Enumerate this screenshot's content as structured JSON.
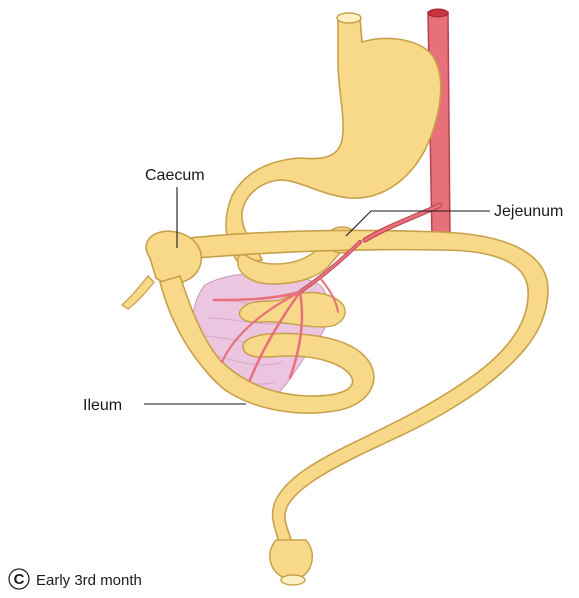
{
  "labels": {
    "caecum": "Caecum",
    "jejeunum": "Jejeunum",
    "ileum": "Ileum"
  },
  "caption": {
    "letter": "C",
    "text": "Early 3rd month"
  },
  "colors": {
    "gut_fill": "#f8d98a",
    "gut_outline": "#c9a04a",
    "gut_highlight": "#fdf0c4",
    "artery": "#e8707a",
    "artery_outline": "#b84050",
    "mesentery": "#ecc6e0"
  }
}
